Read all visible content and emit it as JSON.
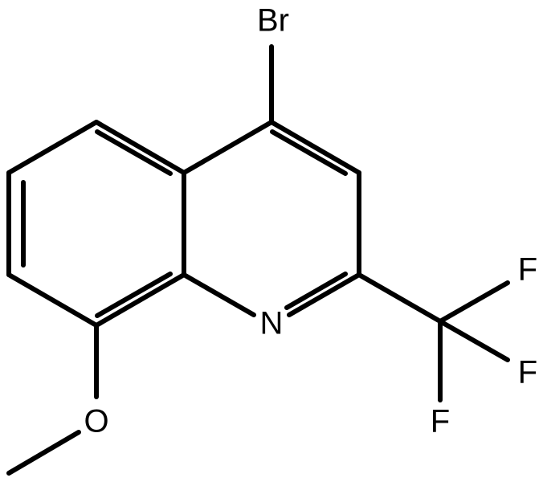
{
  "structure": {
    "atoms": {
      "bromine": "Br",
      "nitrogen": "N",
      "oxygen": "O",
      "fluorine_top": "F",
      "fluorine_middle": "F",
      "fluorine_bottom": "F"
    }
  },
  "colors": {
    "bond": "#000000",
    "label": "#000000",
    "background": "#ffffff"
  }
}
